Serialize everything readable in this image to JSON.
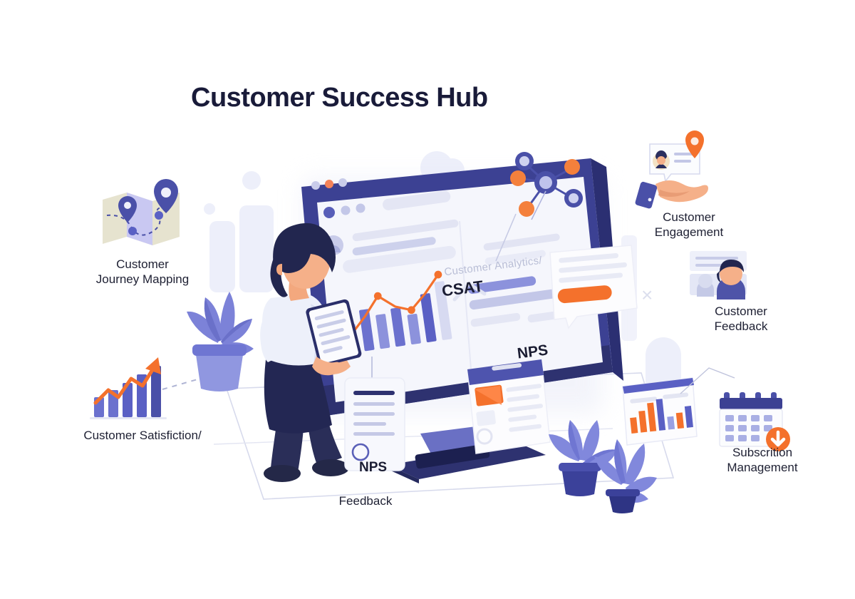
{
  "page": {
    "title": "Customer Success Hub",
    "background_color": "#ffffff",
    "title_color": "#191B39"
  },
  "palette": {
    "indigo_dark": "#2E3270",
    "indigo": "#4A4FA8",
    "periwinkle": "#7C82D8",
    "lavender": "#A3A8E8",
    "pale_lavender": "#C9CCF2",
    "ghost": "#EDEFFA",
    "orange": "#F4712C",
    "orange_light": "#F98E4D",
    "skin": "#F5B089",
    "navy_text": "#1E2033",
    "grey_text": "#B9BED6"
  },
  "features": [
    {
      "id": "customer-journey-mapping",
      "icon": "map-route-icon",
      "label_line1": "Customer",
      "label_line2": "Journey Mapping"
    },
    {
      "id": "customer-satisfaction",
      "icon": "bar-chart-growth-icon",
      "label_line1": "Customer Satisfiction/",
      "label_line2": ""
    },
    {
      "id": "feedback",
      "icon": "feedback-card-icon",
      "label_line1": "Feedback",
      "label_line2": "",
      "card_badge": "NPS"
    },
    {
      "id": "customer-engagement",
      "icon": "hand-chat-card-icon",
      "label_line1": "Customer",
      "label_line2": "Engagement"
    },
    {
      "id": "customer-feedback",
      "icon": "people-avatars-icon",
      "label_line1": "Customer",
      "label_line2": "Feedback"
    },
    {
      "id": "subscription-management",
      "icon": "calendar-download-icon",
      "label_line1": "Subscrition",
      "label_line2": "Management"
    }
  ],
  "monitor": {
    "window_dots": [
      "grey",
      "orange",
      "grey"
    ],
    "screen_labels": {
      "heading_faded": "Customer Analytics/",
      "metric_1": "CSAT",
      "metric_2": "NPS"
    },
    "inner_chart": {
      "type": "bar-line-combo",
      "bar_values": [
        38,
        62,
        48,
        55,
        42,
        70,
        88
      ],
      "line_values": [
        20,
        45,
        78,
        58,
        50,
        72,
        95
      ],
      "bar_color": "#7C82D8",
      "line_color": "#F4712C"
    }
  },
  "side_chart_card": {
    "type": "bar",
    "values": [
      38,
      55,
      78,
      92,
      30,
      40,
      62
    ],
    "colors": [
      "#F4712C",
      "#F4712C",
      "#F4712C",
      "#5A5FBF",
      "#9AA0E2",
      "#F4712C",
      "#5A5FBF"
    ]
  },
  "decor": {
    "network_icon": "network-nodes-icon",
    "plants": [
      "plant-left",
      "plant-right-large",
      "plant-right-small"
    ],
    "ghost_person": "ghost-person-silhouette",
    "x_mark": "×"
  }
}
